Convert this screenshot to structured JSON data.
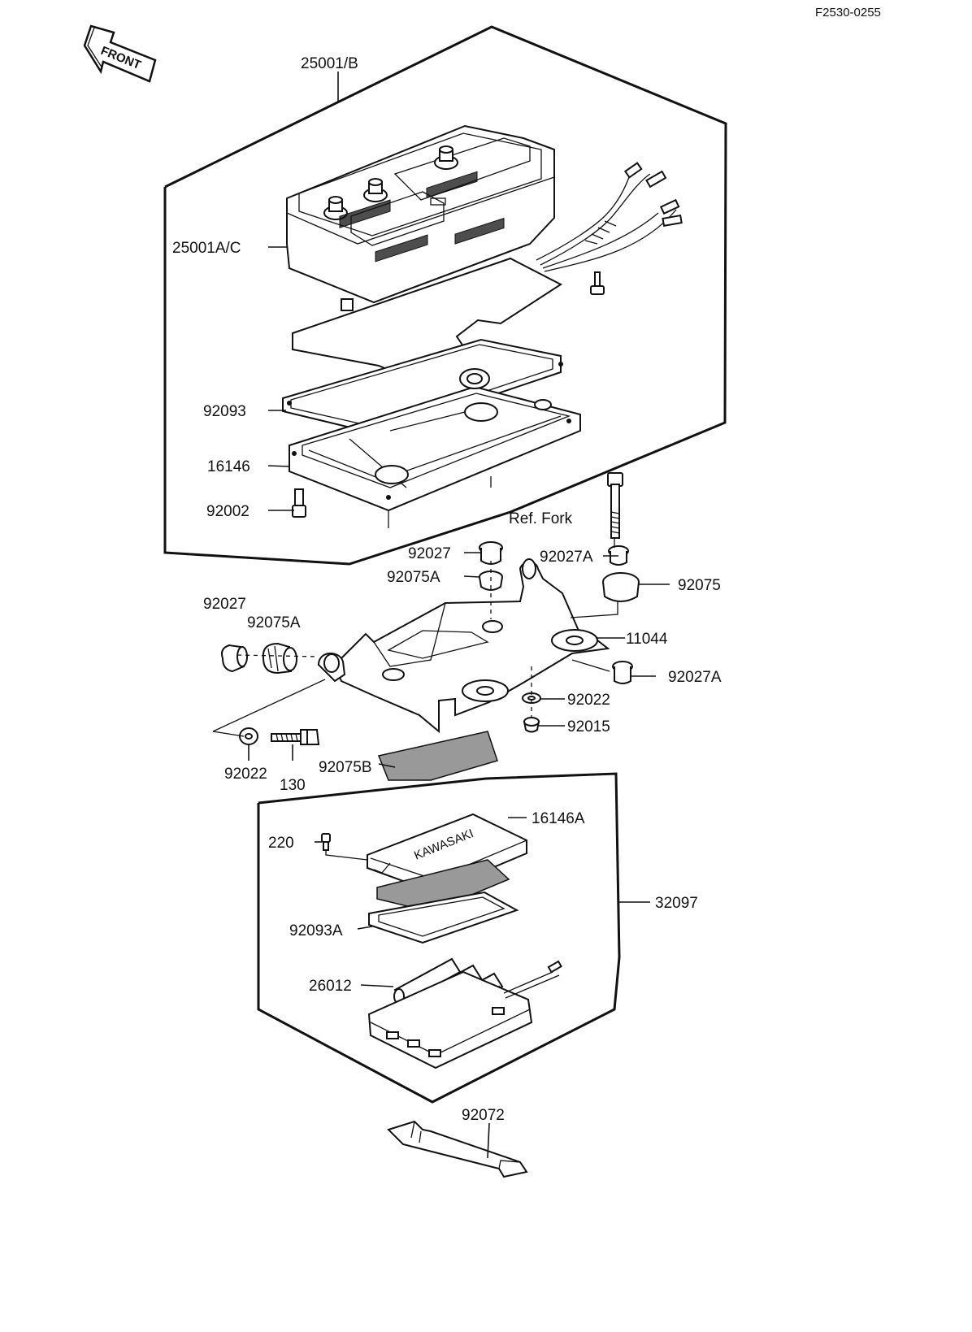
{
  "drawing_code": "F2530-0255",
  "front_marker": "FRONT",
  "callouts": {
    "c25001B": "25001/B",
    "c25001AC": "25001A/C",
    "c92093": "92093",
    "c16146": "16146",
    "c92002": "92002",
    "refFork": "Ref. Fork",
    "c92027a": "92027",
    "c92075Aa": "92075A",
    "c92027A_top": "92027A",
    "c92075": "92075",
    "c92027b": "92027",
    "c92075Ab": "92075A",
    "c11044": "11044",
    "c92027A_low": "92027A",
    "c92022a": "92022",
    "c92015": "92015",
    "c92022b": "92022",
    "c130": "130",
    "c92075B": "92075B",
    "c220": "220",
    "c16146A": "16146A",
    "c32097": "32097",
    "c92093A": "92093A",
    "c26012": "26012",
    "c92072": "92072"
  },
  "cover_logo": "KAWASAKI"
}
